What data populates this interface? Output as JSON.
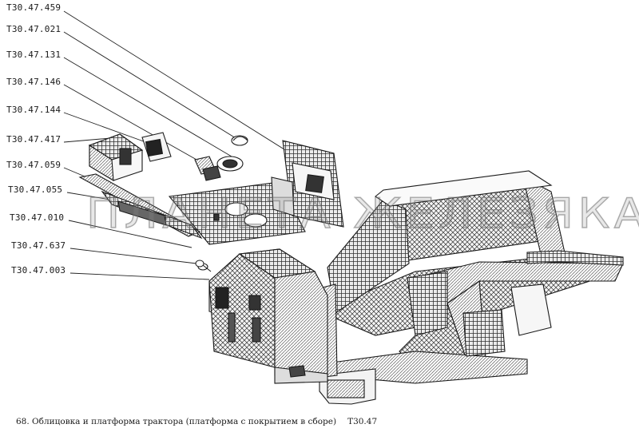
{
  "figure": {
    "part_labels": [
      "Т30.47.459",
      "Т30.47.021",
      "Т30.47.131",
      "Т30.47.146",
      "Т30.47.144",
      "Т30.47.417",
      "Т30.47.059",
      "Т30.47.055",
      "Т30.47.010",
      "Т30.47.637",
      "Т30.47.003"
    ],
    "caption": {
      "text": "68. Облицовка и платформа трактора (платформа с покрытием в сборе)",
      "code": "Т30.47"
    },
    "watermark": "ПЛАНЕТА ЖЕЛЕЗЯКА"
  }
}
